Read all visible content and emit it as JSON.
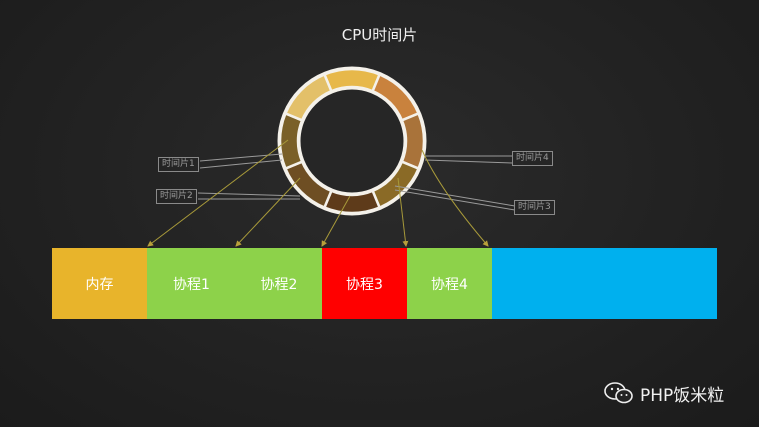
{
  "title": "CPU时间片",
  "ring": {
    "segments": [
      {
        "color": "#e7b84a"
      },
      {
        "color": "#c9823d"
      },
      {
        "color": "#a9733a"
      },
      {
        "color": "#8a6a26"
      },
      {
        "color": "#5e3b1a"
      },
      {
        "color": "#6e4e23"
      },
      {
        "color": "#7a6028"
      },
      {
        "color": "#e3c069"
      }
    ]
  },
  "slice_labels": {
    "l1": "时间片1",
    "l2": "时间片2",
    "l3": "时间片3",
    "l4": "时间片4"
  },
  "memory": {
    "segments": [
      {
        "label": "内存",
        "color": "#e8b42b"
      },
      {
        "label": "协程1",
        "color": "#8dd24a"
      },
      {
        "label": "协程2",
        "color": "#8dd24a"
      },
      {
        "label": "协程3",
        "color": "#ff0000"
      },
      {
        "label": "协程4",
        "color": "#8dd24a"
      },
      {
        "label": "",
        "color": "#00b0ee"
      }
    ]
  },
  "watermark": {
    "text": "PHP饭米粒",
    "icon": "wechat-icon"
  },
  "colors": {
    "connector": "#a89a3a",
    "label_line": "#9a9a9a"
  }
}
